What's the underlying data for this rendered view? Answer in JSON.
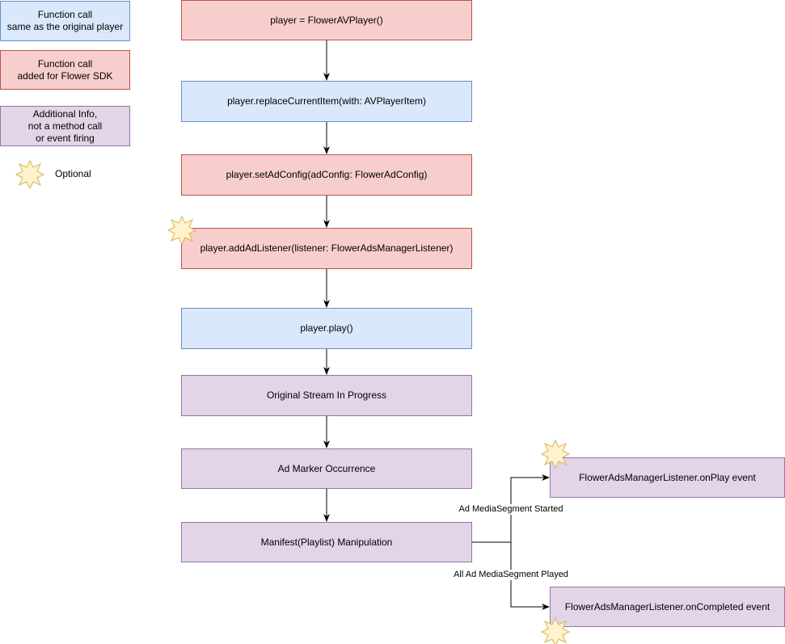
{
  "legend": {
    "same_call": "Function call\nsame as the original player",
    "added_call": "Function call\nadded for Flower SDK",
    "additional_info": "Additional Info,\nnot a method call\nor event firing",
    "optional": "Optional"
  },
  "flow": {
    "step1": "player = FlowerAVPlayer()",
    "step2": "player.replaceCurrentItem(with: AVPlayerItem)",
    "step3": "player.setAdConfig(adConfig: FlowerAdConfig)",
    "step4": "player.addAdListener(listener: FlowerAdsManagerListener)",
    "step5": "player.play()",
    "step6": "Original Stream In Progress",
    "step7": "Ad Marker Occurrence",
    "step8": "Manifest(Playlist) Manipulation"
  },
  "events": {
    "on_play": "FlowerAdsManagerListener.onPlay event",
    "on_completed": "FlowerAdsManagerListener.onCompleted event"
  },
  "edge_labels": {
    "started": "Ad MediaSegment Started",
    "played": "All Ad MediaSegment Played"
  },
  "colors": {
    "blue_fill": "#dae8fc",
    "blue_stroke": "#6c8ebf",
    "red_fill": "#f8cecc",
    "red_stroke": "#b85450",
    "purple_fill": "#e1d5e7",
    "purple_stroke": "#9673a6",
    "star_fill": "#fff2cc",
    "star_stroke": "#d6b656"
  }
}
